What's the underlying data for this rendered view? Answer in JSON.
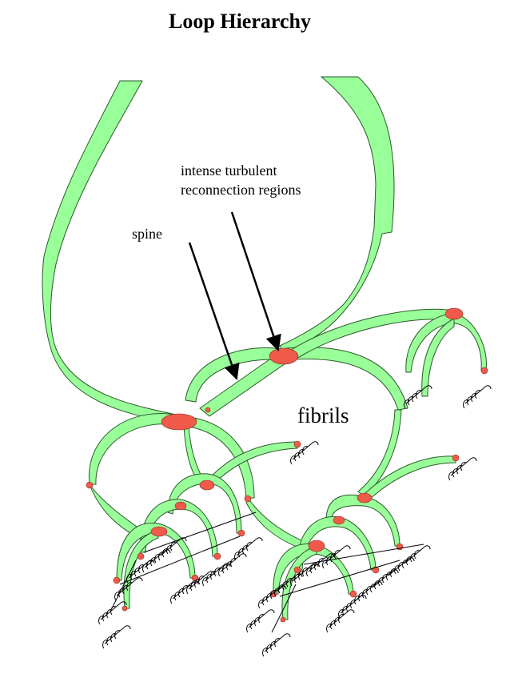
{
  "title": "Loop Hierarchy",
  "labels": {
    "intense_line1": "intense turbulent",
    "intense_line2": "reconnection regions",
    "spine": "spine",
    "fibrils": "fibrils"
  },
  "colors": {
    "loop_fill": "#99ff99",
    "loop_stroke": "#2a5a2a",
    "reconnection_spot": "#f05a4a",
    "arrow": "#000000",
    "fibril_line": "#000000"
  }
}
